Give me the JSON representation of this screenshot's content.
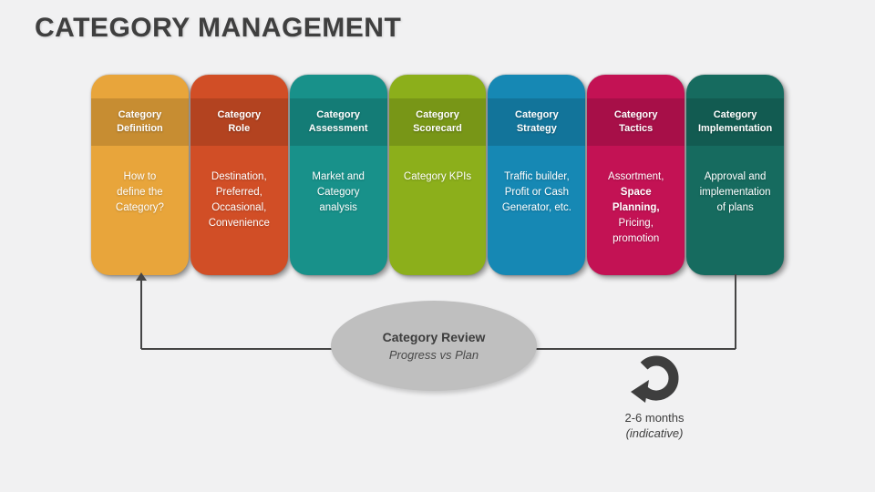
{
  "slide": {
    "title": "CATEGORY MANAGEMENT",
    "background_color": "#F1F1F2"
  },
  "cards": [
    {
      "header": "Category\nDefinition",
      "color": "#E8A53B",
      "body": [
        {
          "text": "How to\ndefine the\nCategory?",
          "bold": false
        }
      ]
    },
    {
      "header": "Category\nRole",
      "color": "#D14E26",
      "body": [
        {
          "text": "Destination,\nPreferred,\nOccasional,\nConvenience",
          "bold": false
        }
      ]
    },
    {
      "header": "Category\nAssessment",
      "color": "#18918A",
      "body": [
        {
          "text": "Market and\nCategory\nanalysis",
          "bold": false
        }
      ]
    },
    {
      "header": "Category\nScorecard",
      "color": "#8CAF1B",
      "body": [
        {
          "text": "Category KPIs",
          "bold": false
        }
      ]
    },
    {
      "header": "Category\nStrategy",
      "color": "#1688B4",
      "body": [
        {
          "text": "Traffic builder,\nProfit or Cash\nGenerator, etc.",
          "bold": false
        }
      ]
    },
    {
      "header": "Category\nTactics",
      "color": "#C31254",
      "body": [
        {
          "text": "Assortment,\n",
          "bold": false
        },
        {
          "text": "Space\nPlanning,",
          "bold": true
        },
        {
          "text": "\nPricing,\npromotion",
          "bold": false
        }
      ]
    },
    {
      "header": "Category\nImplementation",
      "color": "#166B5F",
      "body": [
        {
          "text": "Approval and\nimplementation\nof plans",
          "bold": false
        }
      ]
    }
  ],
  "review": {
    "title": "Category Review",
    "subtitle": "Progress vs Plan",
    "ellipse_color": "#BFBFBF"
  },
  "cycle": {
    "icon": "circular-arrow-icon",
    "icon_color": "#3E3E3E",
    "duration": "2-6 months",
    "note": "(indicative)"
  },
  "connector_color": "#454545"
}
